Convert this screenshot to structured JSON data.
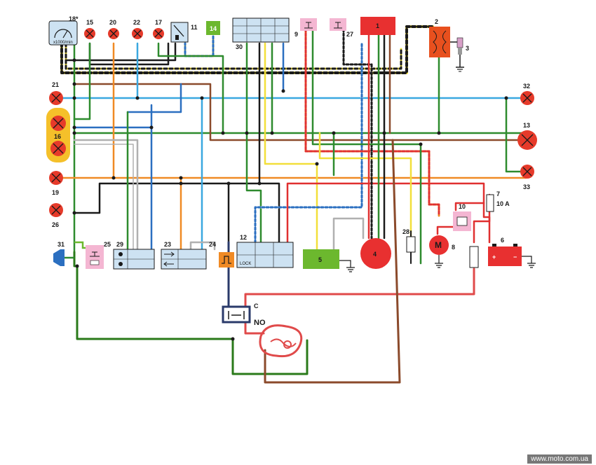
{
  "components": {
    "tacho_top": "18*",
    "tacho_unit": "x1000/min",
    "c15": "15",
    "c20": "20",
    "c22": "22",
    "c17": "17",
    "c11": "11",
    "c14": "14",
    "c30": "30",
    "c9": "9",
    "c27": "27",
    "c1": "1",
    "c2": "2",
    "c3": "3",
    "c21": "21",
    "c16": "16",
    "c19": "19",
    "c26": "26",
    "c32": "32",
    "c13": "13",
    "c33": "33",
    "c31": "31",
    "c25": "25",
    "c29": "29",
    "c23": "23",
    "c24": "24",
    "c12": "12",
    "lock": "LOCK",
    "c5": "5",
    "c4": "4",
    "c28": "28",
    "c8": "8",
    "c6": "6",
    "c7": "7",
    "fuse": "10 A",
    "c10": "10",
    "motor": "M"
  },
  "relay": {
    "c": "C",
    "no": "NO"
  },
  "watermark": "www.moto.com.ua",
  "colors": {
    "green": "#2e8b2e",
    "dkgreen": "#2a7a1a",
    "blue": "#2b6fc0",
    "cyan": "#3aa8e0",
    "orange": "#f08a24",
    "brown": "#8b4a2b",
    "red": "#e03030",
    "black": "#1a1a1a",
    "yellow": "#f2df3a",
    "gray": "#b0b0b0",
    "lamp": "#e63a2a"
  }
}
